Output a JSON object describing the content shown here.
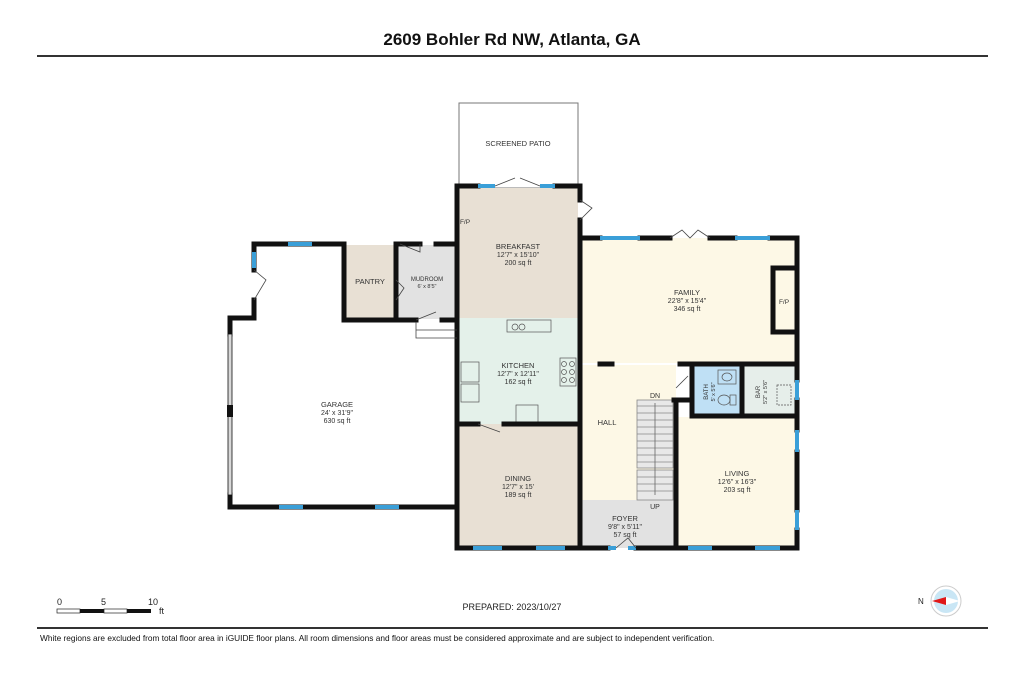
{
  "header": {
    "title": "2609 Bohler Rd NW, Atlanta, GA"
  },
  "rooms": [
    {
      "id": "screened-patio",
      "name": "SCREENED PATIO",
      "dims": "",
      "area": ""
    },
    {
      "id": "breakfast",
      "name": "BREAKFAST",
      "dims": "12'7\" x 15'10\"",
      "area": "200 sq ft"
    },
    {
      "id": "family",
      "name": "FAMILY",
      "dims": "22'8\" x 15'4\"",
      "area": "346 sq ft"
    },
    {
      "id": "pantry",
      "name": "PANTRY",
      "dims": "",
      "area": ""
    },
    {
      "id": "mudroom",
      "name": "MUDROOM",
      "dims": "6' x 8'5\"",
      "area": ""
    },
    {
      "id": "kitchen",
      "name": "KITCHEN",
      "dims": "12'7\" x 12'11\"",
      "area": "162 sq ft"
    },
    {
      "id": "garage",
      "name": "GARAGE",
      "dims": "24' x 31'9\"",
      "area": "630 sq ft"
    },
    {
      "id": "dining",
      "name": "DINING",
      "dims": "12'7\" x 15'",
      "area": "189 sq ft"
    },
    {
      "id": "hall",
      "name": "HALL",
      "dims": "",
      "area": ""
    },
    {
      "id": "foyer",
      "name": "FOYER",
      "dims": "9'8\" x 5'11\"",
      "area": "57 sq ft"
    },
    {
      "id": "living",
      "name": "LIVING",
      "dims": "12'6\" x 16'3\"",
      "area": "203 sq ft"
    },
    {
      "id": "bath",
      "name": "BATH",
      "dims": "5' x 5'6\"",
      "area": ""
    },
    {
      "id": "bar",
      "name": "BAR",
      "dims": "5'2\" x 5'6\"",
      "area": ""
    }
  ],
  "annotations": {
    "fireplace_family": "F/P",
    "fireplace_breakfast": "F/P",
    "stairs_down": "DN",
    "stairs_up": "UP"
  },
  "scale": {
    "ticks": [
      "0",
      "5",
      "10"
    ],
    "unit": "ft"
  },
  "footer": {
    "prepared": "PREPARED: 2023/10/27",
    "disclaimer": "White regions are excluded from total floor area in iGUIDE floor plans. All room dimensions and floor areas must be considered approximate and are subject to independent verification."
  },
  "compass": {
    "label": "N"
  },
  "colors": {
    "wall": "#111111",
    "window": "#3a9fd8",
    "breakfast": "#e8e0d4",
    "dining": "#e8e0d4",
    "pantry": "#e8e0d4",
    "family": "#fdf8e6",
    "living": "#fdf8e6",
    "hall": "#fdf8e6",
    "kitchen": "#e4f1ea",
    "mudroom": "#e2e2e2",
    "foyer": "#e2e2e2",
    "bar": "#e6eeea",
    "bath": "#bfe0f5",
    "garage": "#ffffff"
  }
}
